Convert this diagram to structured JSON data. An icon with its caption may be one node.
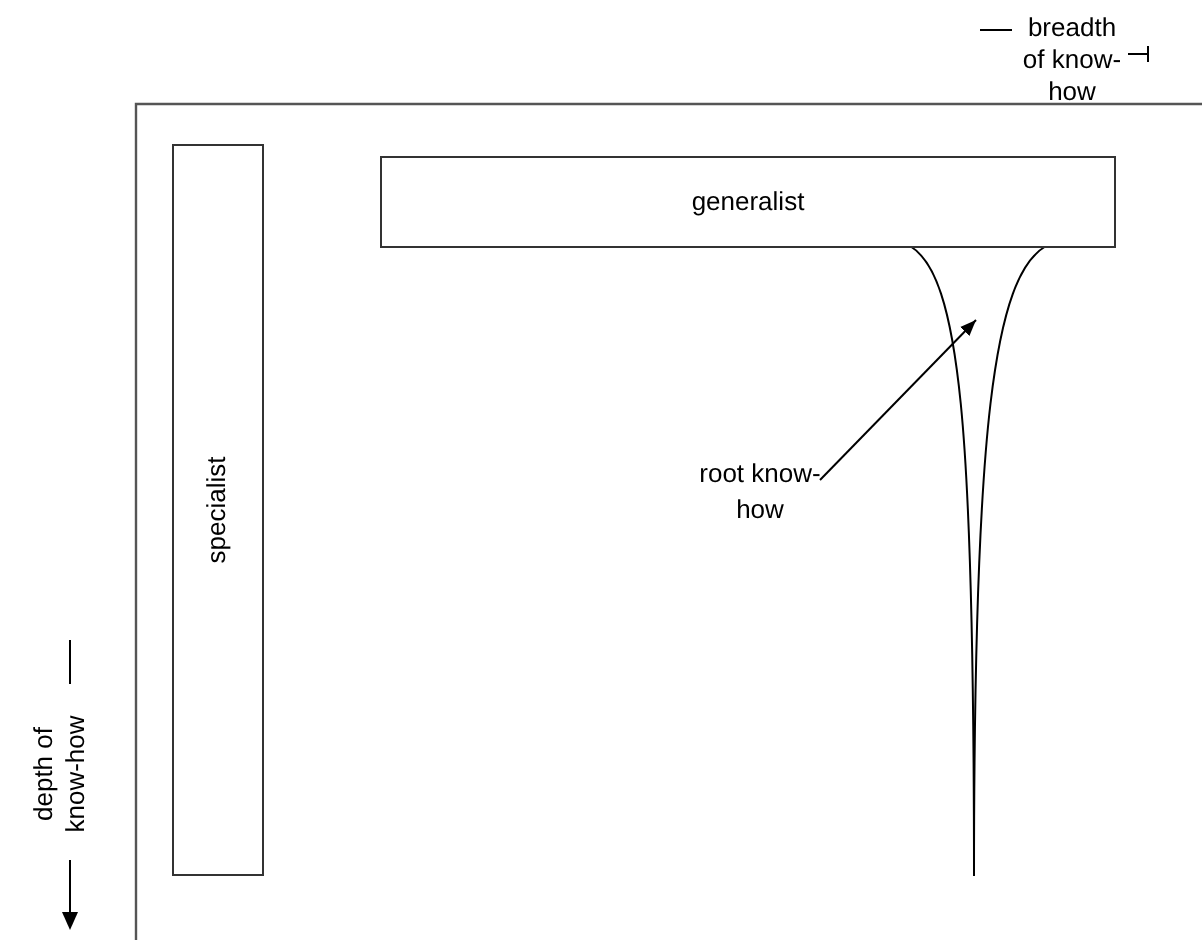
{
  "diagram": {
    "nodes": [
      {
        "text": [
          "generalist"
        ]
      },
      {
        "text": [
          "specialist"
        ]
      },
      {
        "text": [
          "root know-how"
        ]
      },
      {
        "text": [],
        "shape": "root"
      }
    ],
    "edges": [
      {
        "from": 2,
        "to": 3,
        "arrow": "to"
      }
    ],
    "labels": [
      "breadth of know-how",
      "depth of know-how"
    ]
  }
}
